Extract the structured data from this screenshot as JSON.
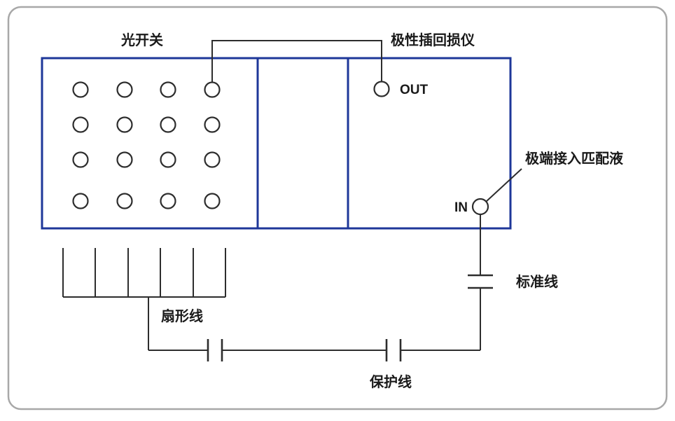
{
  "diagram": {
    "device_labels": {
      "optical_switch": "光开关",
      "polarity_meter": "极性插回损仪"
    },
    "port_labels": {
      "out": "OUT",
      "in": "IN"
    },
    "annotations": {
      "matching_liquid": "极端接入匹配液",
      "fan_line": "扇形线",
      "standard_line": "标准线",
      "protection_line": "保护线"
    },
    "colors": {
      "device_box_border": "#1e3799",
      "line": "#2d2d2d",
      "text": "#1a1a1a",
      "outer_border": "#a8a8a8",
      "background": "#ffffff"
    }
  }
}
